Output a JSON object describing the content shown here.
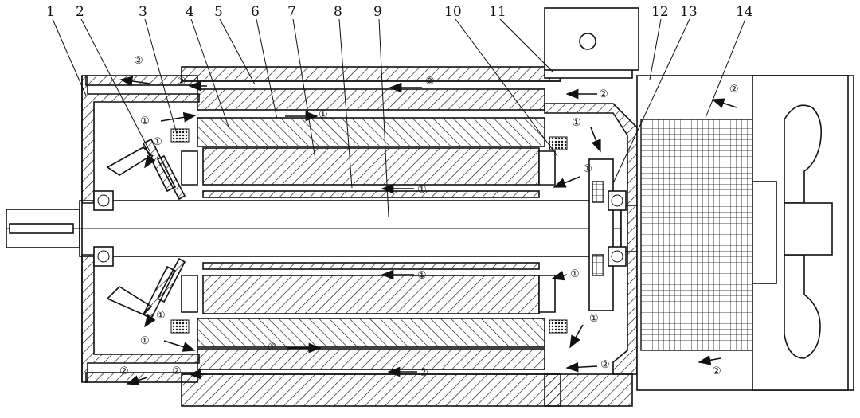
{
  "part_labels": [
    "1",
    "2",
    "3",
    "4",
    "5",
    "6",
    "7",
    "8",
    "9",
    "10",
    "11",
    "12",
    "13",
    "14"
  ],
  "flow_marks": {
    "one": "①",
    "two": "②"
  }
}
